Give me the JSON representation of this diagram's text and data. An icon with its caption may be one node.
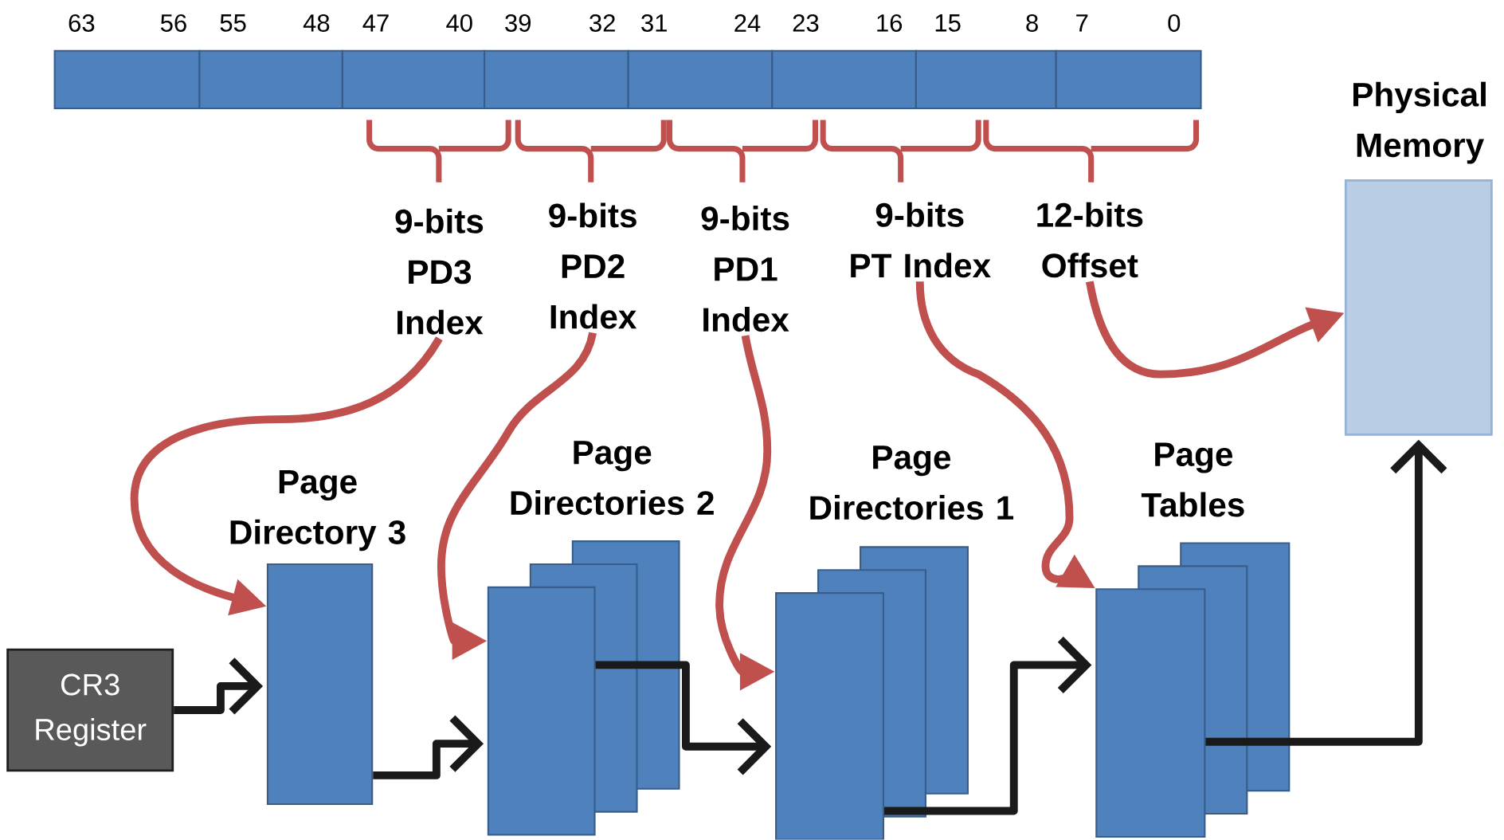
{
  "diagram": {
    "nodes": [
      {
        "text": [
          "9-bits PD3 Index"
        ]
      },
      {
        "text": [
          "9-bits PD2 Index"
        ]
      },
      {
        "text": [
          "9-bits PD1 Index"
        ]
      },
      {
        "text": [
          "9-bits PT Index"
        ]
      },
      {
        "text": [
          "12-bits Offset"
        ]
      },
      {
        "text": [
          "Physical Memory"
        ]
      },
      {
        "text": [
          "Page Directory 3"
        ]
      },
      {
        "text": [
          "Page Directories 2"
        ]
      },
      {
        "text": [
          "Page Directories 1"
        ]
      },
      {
        "text": [
          "Page Tables"
        ]
      },
      {
        "text": [
          "CR3 Register"
        ]
      }
    ],
    "edges": [
      {
        "from": 0,
        "to": 6,
        "arrow": "to",
        "color": "#c0504d"
      },
      {
        "from": 1,
        "to": 7,
        "arrow": "to",
        "color": "#c0504d"
      },
      {
        "from": 2,
        "to": 8,
        "arrow": "to",
        "color": "#c0504d"
      },
      {
        "from": 3,
        "to": 9,
        "arrow": "to",
        "color": "#c0504d"
      },
      {
        "from": 4,
        "to": 5,
        "arrow": "to",
        "color": "#c0504d"
      },
      {
        "from": 10,
        "to": 6,
        "arrow": "to",
        "color": "#1a1a1a"
      },
      {
        "from": 6,
        "to": 7,
        "arrow": "to",
        "color": "#1a1a1a"
      },
      {
        "from": 7,
        "to": 8,
        "arrow": "to",
        "color": "#1a1a1a"
      },
      {
        "from": 8,
        "to": 9,
        "arrow": "to",
        "color": "#1a1a1a"
      },
      {
        "from": 9,
        "to": 5,
        "arrow": "to",
        "color": "#1a1a1a"
      }
    ],
    "labels": [
      "63",
      "56",
      "55",
      "48",
      "47",
      "40",
      "39",
      "32",
      "31",
      "24",
      "23",
      "16",
      "15",
      "8",
      "7",
      "0"
    ]
  }
}
